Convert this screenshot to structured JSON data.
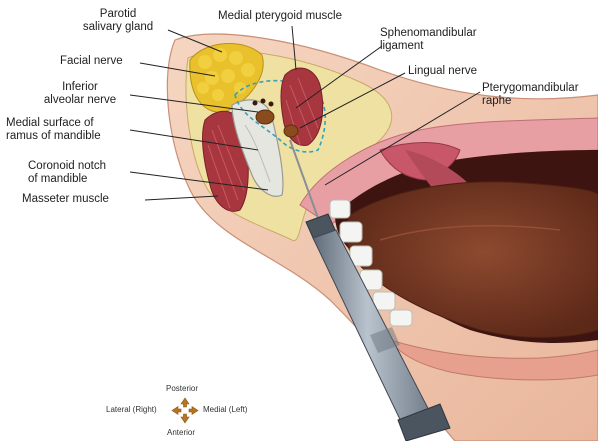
{
  "labels": {
    "parotid": [
      "Parotid",
      "salivary gland"
    ],
    "medial_pterygoid": "Medial pterygoid muscle",
    "sphenomandibular": [
      "Sphenomandibular",
      "ligament"
    ],
    "facial_nerve": "Facial nerve",
    "lingual_nerve": "Lingual nerve",
    "inferior_alveolar": [
      "Inferior",
      "alveolar nerve"
    ],
    "pterygomandibular": [
      "Pterygomandibular",
      "raphe"
    ],
    "medial_surface": [
      "Medial surface of",
      "ramus of mandible"
    ],
    "coronoid": [
      "Coronoid notch",
      "of mandible"
    ],
    "masseter": "Masseter muscle"
  },
  "orientation": {
    "posterior": "Posterior",
    "anterior": "Anterior",
    "lateral": "Lateral (Right)",
    "medial": "Medial (Left)"
  },
  "colors": {
    "skin": "#f3cbb2",
    "fat": "#efe1a2",
    "gland": "#e9c12c",
    "muscle": "#a8363f",
    "bone": "#e6e6e0",
    "mucosa": "#e79fa4",
    "tongue": "#7a3b25",
    "mouth": "#3e1411",
    "teeth": "#f4f4f2",
    "syringe_barrel": "#9aa6b3",
    "leader": "#222222"
  }
}
